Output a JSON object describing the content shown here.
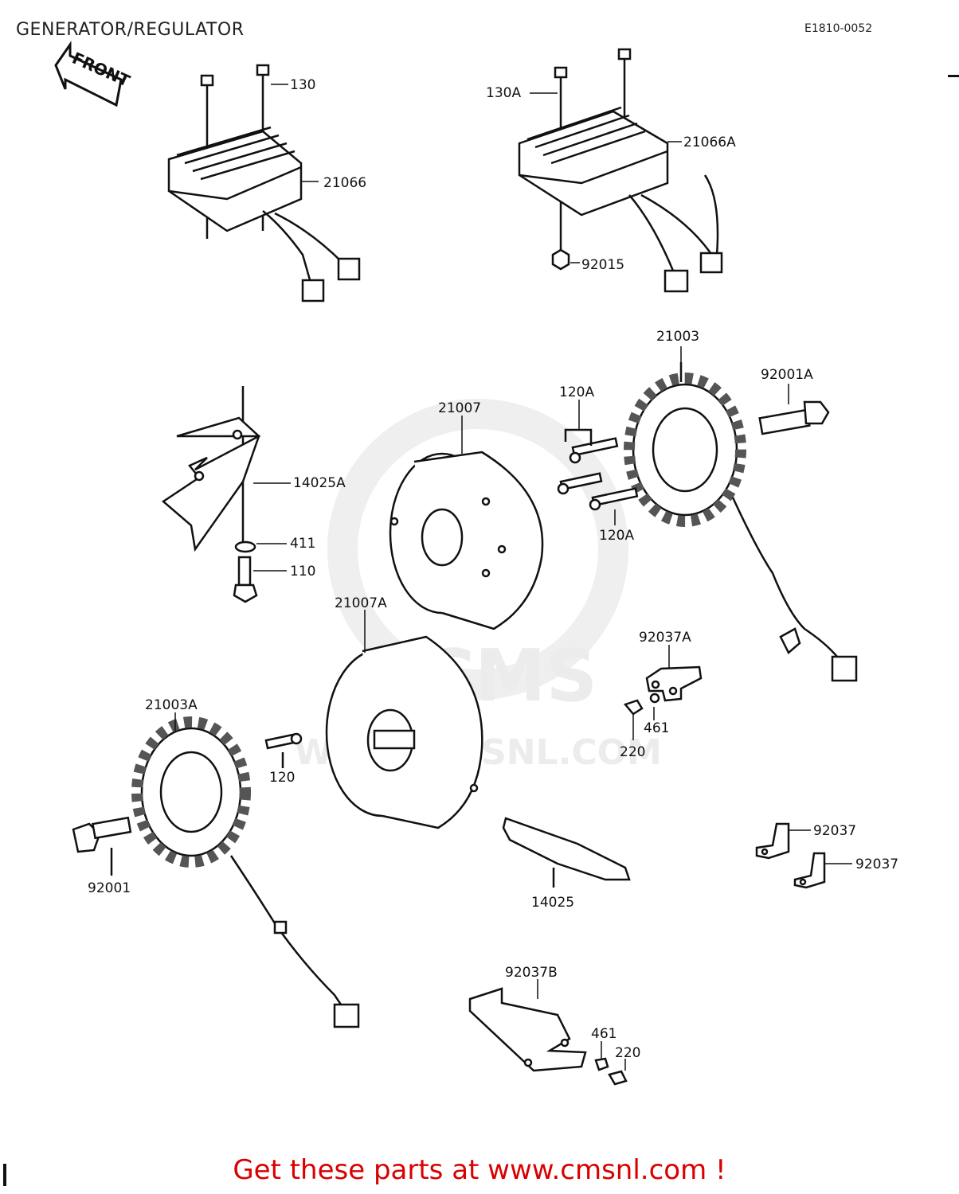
{
  "title": "GENERATOR/REGULATOR",
  "diagram_code": "E1810-0052",
  "front_label": "FRONT",
  "watermark": {
    "logo": "CMS",
    "url": "WWW.CMSNL.COM"
  },
  "promo": "Get these parts at www.cmsnl.com !",
  "labels": {
    "p130": "130",
    "p21066": "21066",
    "p130A": "130A",
    "p21066A": "21066A",
    "p92015": "92015",
    "p21003": "21003",
    "p92001A": "92001A",
    "p120A_1": "120A",
    "p120A_2": "120A",
    "p21007": "21007",
    "p14025A": "14025A",
    "p411": "411",
    "p110": "110",
    "p21007A": "21007A",
    "p92037A": "92037A",
    "p461_1": "461",
    "p220_1": "220",
    "p21003A": "21003A",
    "p120": "120",
    "p92001": "92001",
    "p14025": "14025",
    "p92037_1": "92037",
    "p92037_2": "92037",
    "p92037B": "92037B",
    "p461_2": "461",
    "p220_2": "220"
  }
}
